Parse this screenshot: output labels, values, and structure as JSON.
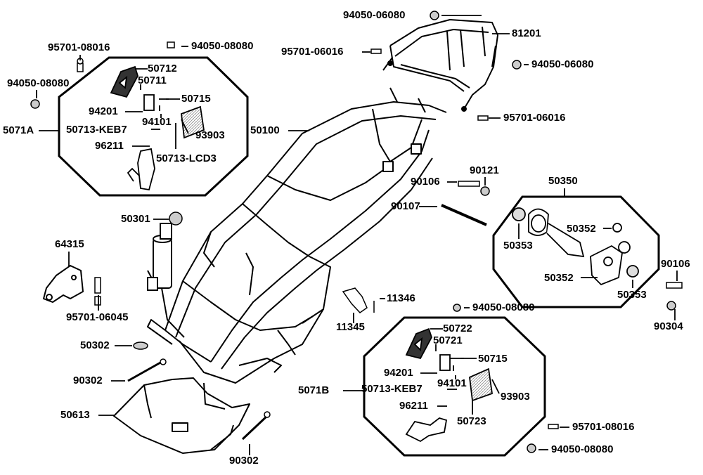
{
  "diagram": {
    "group_5071A": {
      "group_label": "5071A",
      "parts": {
        "p50712": "50712",
        "p50711": "50711",
        "p50715": "50715",
        "p94201": "94201",
        "p94101": "94101",
        "p50713_keb7": "50713-KEB7",
        "p93903": "93903",
        "p96211": "96211",
        "p50713_lcd3": "50713-LCD3"
      }
    },
    "group_5071B": {
      "group_label": "5071B",
      "parts": {
        "p50722": "50722",
        "p50721": "50721",
        "p50715": "50715",
        "p94201": "94201",
        "p94101": "94101",
        "p50713_keb7": "50713-KEB7",
        "p93903": "93903",
        "p96211": "96211",
        "p50723": "50723"
      }
    },
    "group_50350": {
      "group_label": "50350",
      "parts": {
        "p50352_top": "50352",
        "p50353_left": "50353",
        "p50352_bottom": "50352",
        "p50353_right": "50353"
      }
    },
    "standalone": {
      "p95701_08016_top": "95701-08016",
      "p94050_08080_topcenter": "94050-08080",
      "p94050_08080_left": "94050-08080",
      "p94050_06080_top": "94050-06080",
      "p81201": "81201",
      "p95701_06016_left": "95701-06016",
      "p94050_06080_right": "94050-06080",
      "p95701_06016_right": "95701-06016",
      "p50100": "50100",
      "p90106_center": "90106",
      "p90121": "90121",
      "p90107": "90107",
      "p50301": "50301",
      "p64315": "64315",
      "p95701_06045": "95701-06045",
      "p11346": "11346",
      "p11345": "11345",
      "p94050_08080_center": "94050-08080",
      "p50302": "50302",
      "p90302_left": "90302",
      "p50613": "50613",
      "p90302_bottom": "90302",
      "p90106_right": "90106",
      "p90304": "90304",
      "p95701_08016_bottom": "95701-08016",
      "p94050_08080_bottom": "94050-08080"
    }
  }
}
